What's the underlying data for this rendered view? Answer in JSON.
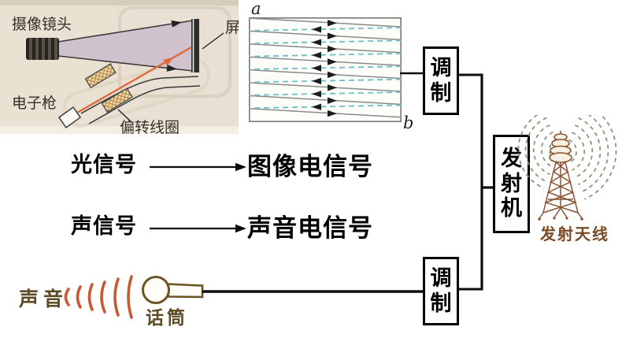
{
  "camera_photo": {
    "camera_lens_label": "摄像镜头",
    "electron_gun_label": "电子枪",
    "deflection_coil_label": "偏转线圈",
    "screen_label": "屏"
  },
  "scan_raster": {
    "corner_top_label": "a",
    "corner_bottom_label": "b"
  },
  "signal_flow": {
    "rows": [
      {
        "source": "光信号",
        "target": "图像电信号"
      },
      {
        "source": "声信号",
        "target": "声音电信号"
      }
    ]
  },
  "blocks": {
    "modulation_top": "调制",
    "modulation_bottom": "调制",
    "transmitter": "发射机"
  },
  "sound_section": {
    "sound_label": "声音",
    "microphone_label": "话筒"
  },
  "antenna_section": {
    "antenna_label": "发射天线"
  },
  "colors": {
    "photo_background": "#e9e1d2",
    "tube_cone_fill": "#cfc2cd",
    "electron_beam": "#e06a3c",
    "coil_fill": "#eedaa4",
    "raster_solid_line": "#8a8a8a",
    "raster_dashed_line": "#62c4cb",
    "wire_black": "#0d0d0d",
    "sound_wave_orange": "#c75a33",
    "handwriting_brown": "#5c4a24",
    "antenna_brown": "#8a5230",
    "radio_wave_green": "#8a9579"
  }
}
